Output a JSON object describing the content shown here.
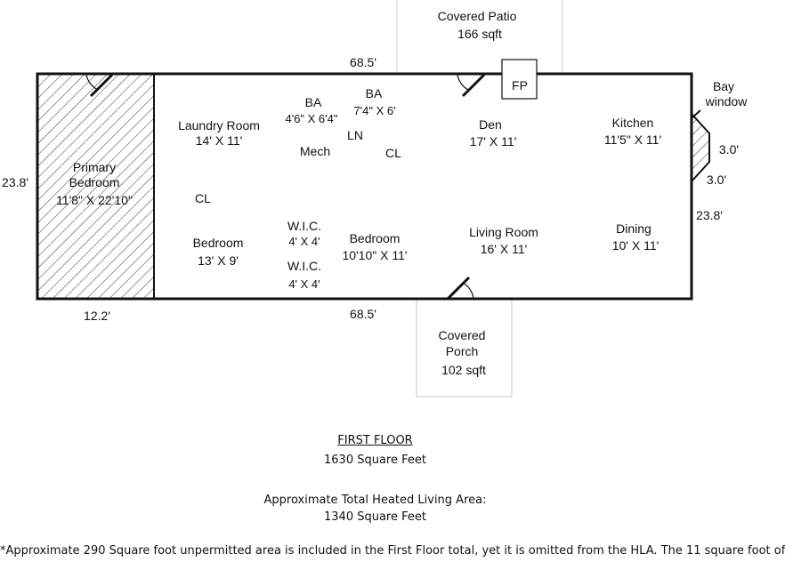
{
  "patio": {
    "name": "Covered Patio",
    "area": "166 sqft"
  },
  "porch": {
    "line1": "Covered",
    "line2": "Porch",
    "area": "102 sqft"
  },
  "dims": {
    "top_length": "68.5'",
    "bottom_length": "68.5'",
    "left_height": "23.8'",
    "right_height": "23.8'",
    "primary_width": "12.2'",
    "bay_depth_1": "3.0'",
    "bay_depth_2": "3.0'"
  },
  "bay": {
    "line1": "Bay",
    "line2": "window"
  },
  "fireplace": "FP",
  "rooms": {
    "primary_bedroom": {
      "line1": "Primary",
      "line2": "Bedroom",
      "size": "11'8\" X 22'10\""
    },
    "laundry": {
      "name": "Laundry Room",
      "size": "14' X 11'"
    },
    "ba1": {
      "name": "BA",
      "size": "4'6\" X 6'4\""
    },
    "ba2": {
      "name": "BA",
      "size": "7'4\" X 6'"
    },
    "ln": "LN",
    "mech": "Mech",
    "cl1": "CL",
    "cl2": "CL",
    "den": {
      "name": "Den",
      "size": "17' X 11'"
    },
    "kitchen": {
      "name": "Kitchen",
      "size": "11'5\" X 11'"
    },
    "bedroom_left": {
      "name": "Bedroom",
      "size": "13' X 9'"
    },
    "wic1": {
      "name": "W.I.C.",
      "size": "4' X 4'"
    },
    "wic2": {
      "name": "W.I.C.",
      "size": "4' X 4'"
    },
    "bedroom_mid": {
      "name": "Bedroom",
      "size": "10'10\" X 11'"
    },
    "living": {
      "name": "Living Room",
      "size": "16' X 11'"
    },
    "dining": {
      "name": "Dining",
      "size": "10' X 11'"
    }
  },
  "summary": {
    "floor_title": "FIRST FLOOR",
    "floor_area": "1630 Square Feet",
    "hla_label": "Approximate Total Heated Living Area:",
    "hla_value": "1340 Square Feet"
  },
  "footnote": "*Approximate 290 Square foot unpermitted area is included in the First Floor total, yet it is omitted from the HLA. The 11 square foot of"
}
